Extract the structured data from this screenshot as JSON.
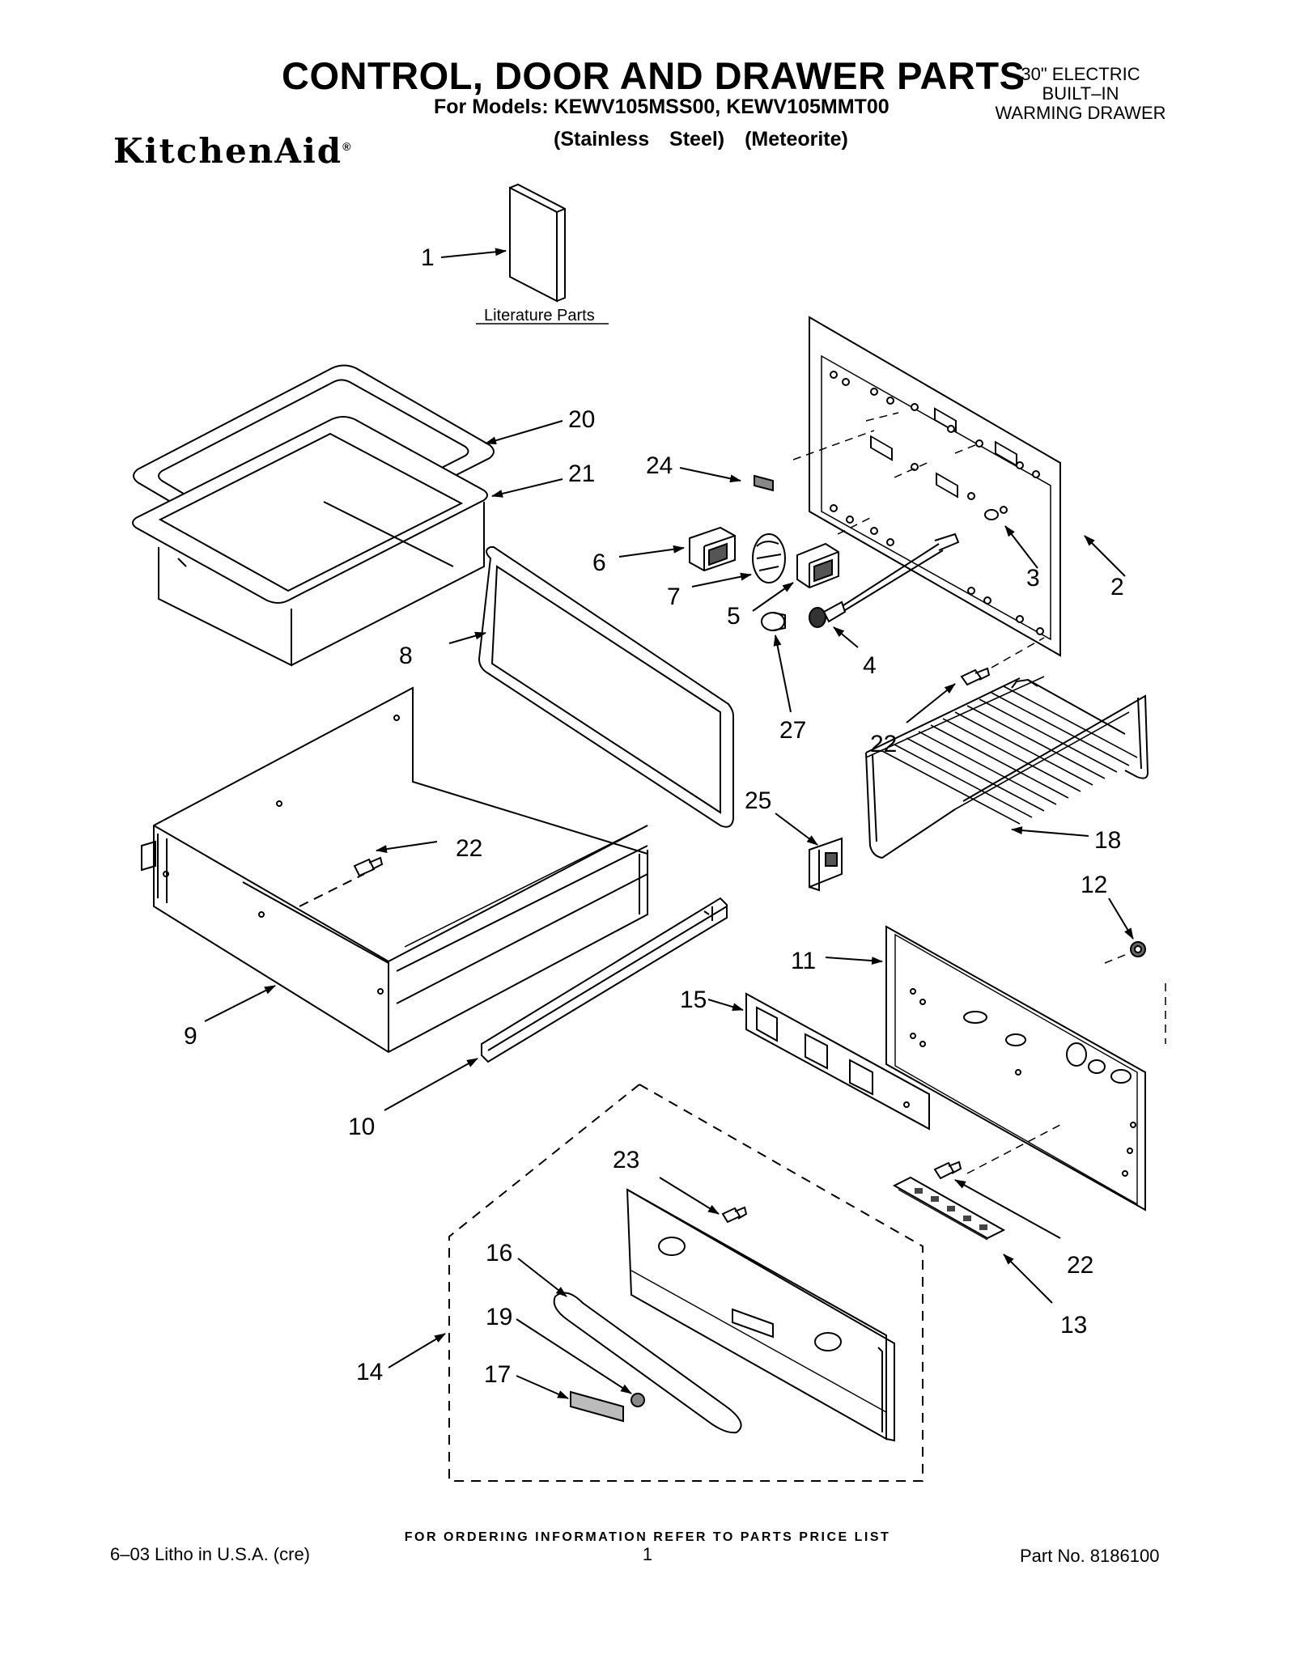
{
  "header": {
    "title": "CONTROL, DOOR AND DRAWER PARTS",
    "models": "For Models: KEWV105MSS00, KEWV105MMT00",
    "variants": "(Stainless Steel) (Meteorite)",
    "product_line1": "30\" ELECTRIC",
    "product_line2": "BUILT–IN",
    "product_line3": "WARMING DRAWER",
    "brand": "KitchenAid",
    "brand_mark": "®"
  },
  "diagram": {
    "literature_label": "Literature Parts",
    "callouts": {
      "c1": "1",
      "c2": "2",
      "c3": "3",
      "c4": "4",
      "c5": "5",
      "c6": "6",
      "c7": "7",
      "c8": "8",
      "c9": "9",
      "c10": "10",
      "c11": "11",
      "c12": "12",
      "c13": "13",
      "c14": "14",
      "c15": "15",
      "c16": "16",
      "c17": "17",
      "c18": "18",
      "c19": "19",
      "c20": "20",
      "c21": "21",
      "c22a": "22",
      "c22b": "22",
      "c22c": "22",
      "c23": "23",
      "c24": "24",
      "c25": "25",
      "c27": "27"
    }
  },
  "footer": {
    "note": "FOR ORDERING INFORMATION REFER TO PARTS PRICE LIST",
    "litho": "6–03 Litho in U.S.A. (cre)",
    "page": "1",
    "part_no": "Part No. 8186100"
  }
}
